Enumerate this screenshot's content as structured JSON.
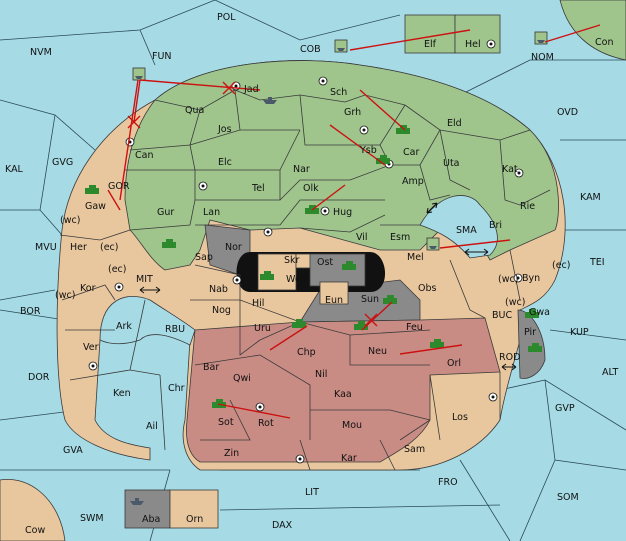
{
  "colors": {
    "sea": "#a6dbe6",
    "green": "#9fc58d",
    "tan": "#e9c79e",
    "red": "#c98c84",
    "gray": "#8a8a8a",
    "orders": "#cc1111",
    "army": "#2c8a2c",
    "fleet": "#4a5a6a"
  },
  "sea_labels": [
    "POL",
    "NVM",
    "FUN",
    "COB",
    "NOM",
    "Con",
    "OVD",
    "KAL",
    "GVG",
    "KAM",
    "TEI",
    "MVU",
    "BOR",
    "MIT",
    "RBU",
    "DOR",
    "BUC",
    "KUP",
    "ALT",
    "ROD",
    "GVP",
    "GVA",
    "FRO",
    "SOM",
    "LIT",
    "SWM",
    "DAX",
    "Cow",
    "SMA"
  ],
  "land_labels": [
    "Elf",
    "Hel",
    "Jad",
    "Sch",
    "Qua",
    "Jos",
    "Grh",
    "Eld",
    "Can",
    "Elc",
    "Nar",
    "Car",
    "Uta",
    "Kat",
    "Tel",
    "Olk",
    "Amp",
    "GOR",
    "Gaw",
    "Gur",
    "Lan",
    "Hug",
    "Rie",
    "Bri",
    "Her",
    "Nor",
    "Skr",
    "Vil",
    "Esm",
    "Sap",
    "Ost",
    "Mel",
    "Web",
    "Kor",
    "Nab",
    "Byn",
    "Eun",
    "Sun",
    "Obs",
    "Gwa",
    "Hil",
    "Nog",
    "Ark",
    "Uru",
    "Feu",
    "Pir",
    "Ver",
    "Chp",
    "Neu",
    "Bar",
    "Qwi",
    "Orl",
    "Nil",
    "Ken",
    "Chr",
    "Kaa",
    "Los",
    "Ail",
    "Sot",
    "Rot",
    "Mou",
    "Sam",
    "Zin",
    "Kar",
    "Aba",
    "Orn",
    "Ysb"
  ],
  "coast_tags": [
    "(wc)",
    "(ec)",
    "(ec)",
    "(wc)",
    "(wc)",
    "(ec)",
    "(wc)"
  ]
}
